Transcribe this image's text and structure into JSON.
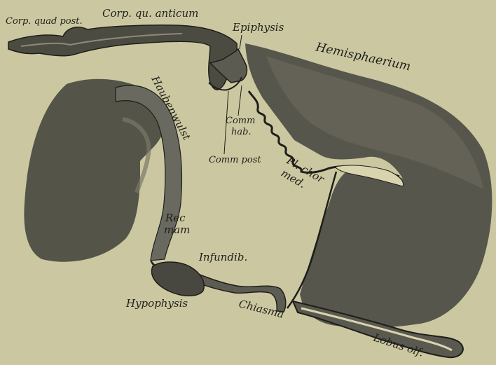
{
  "labels": {
    "corp_quad_post": "Corp. quad post.",
    "corp_qu_anticum": "Corp. qu. anticum",
    "epiphysis": "Epiphysis",
    "hemisphaerium": "Hemisphaerium",
    "haubenwulst": "Haubenwulst",
    "comm_hab_1": "Comm",
    "comm_hab_2": "hab.",
    "comm_post": "Comm post",
    "pl_chor_1": "Pl. chor",
    "pl_chor_2": "med.",
    "rec_mam_1": "Rec",
    "rec_mam_2": "mam",
    "infundib": "Infundib.",
    "hypophysis": "Hypophysis",
    "chiasma": "Chiasma",
    "lobus_olf": "Lobus olf."
  },
  "colors": {
    "background": "#cbc8a1",
    "tissue_dark": "#4f4e45",
    "tissue_mid": "#6f6d61",
    "tissue_light": "#8e8b7c",
    "outline": "#1e1e1a",
    "lumen_pale": "#d8d4ae"
  }
}
